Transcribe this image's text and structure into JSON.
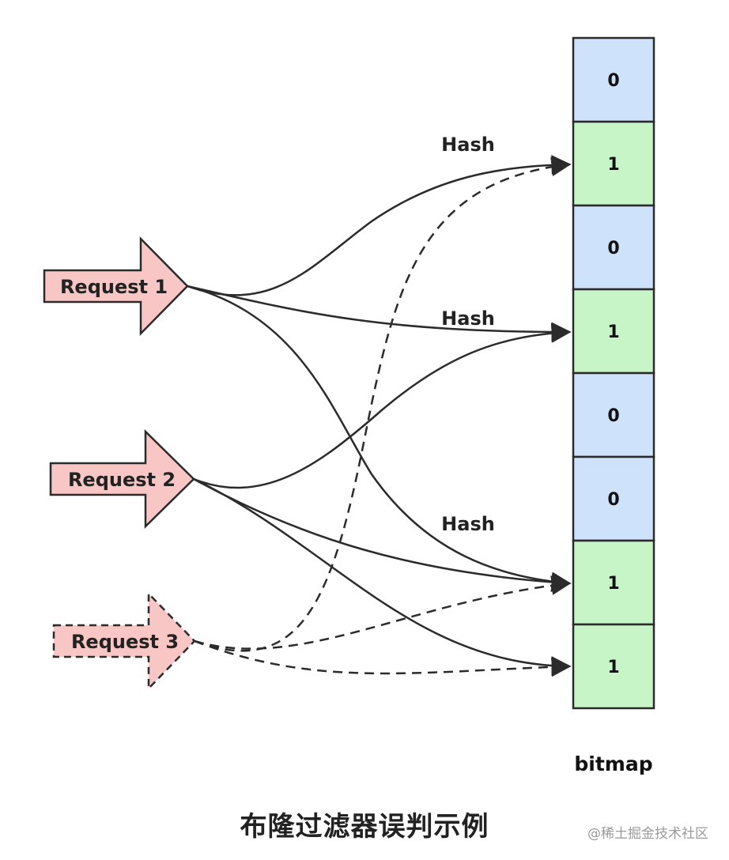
{
  "requests": [
    {
      "label": "Request 1"
    },
    {
      "label": "Request 2"
    },
    {
      "label": "Request 3"
    }
  ],
  "hash_labels": [
    "Hash",
    "Hash",
    "Hash"
  ],
  "bitmap": {
    "label": "bitmap",
    "cells": [
      "0",
      "1",
      "0",
      "1",
      "0",
      "0",
      "1",
      "1"
    ]
  },
  "caption": "布隆过滤器误判示例",
  "watermark": "@稀土掘金技术社区",
  "colors": {
    "bit_zero": "#cfe2fb",
    "bit_one": "#c8f5c8",
    "request_fill": "#f8c6c4",
    "stroke": "#2b2b2b"
  }
}
